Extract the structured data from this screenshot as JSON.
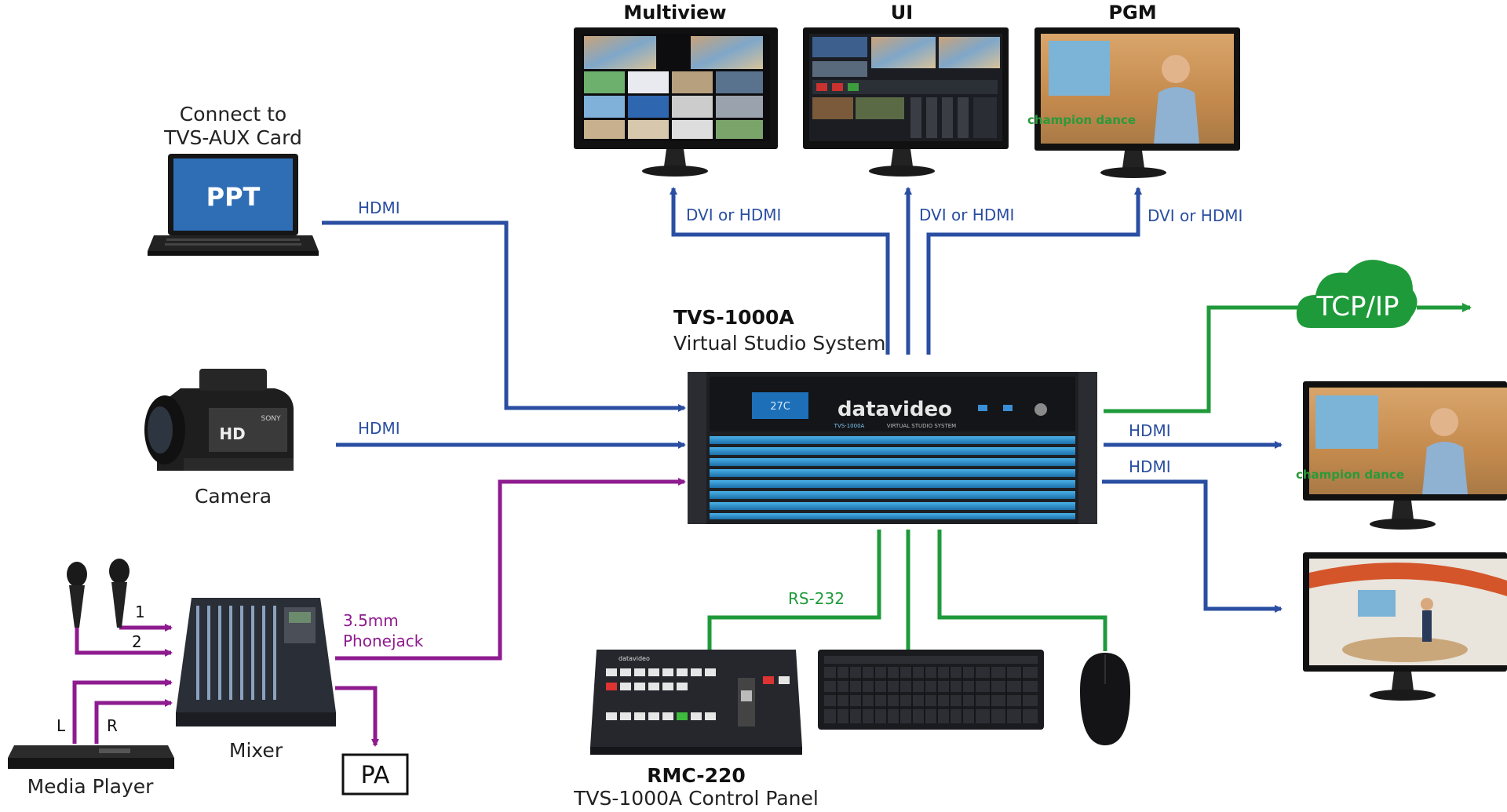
{
  "colors": {
    "hdmi": "#2a4ea2",
    "audio": "#8e1b8f",
    "control": "#1f9a3a",
    "cloud": "#1f9a3a",
    "screen_frame": "#111111",
    "rack_blue": "#2d8fcf",
    "ppt_blue": "#2f6eb5"
  },
  "monitors_top": {
    "multiview": "Multiview",
    "ui": "UI",
    "pgm": "PGM"
  },
  "labels": {
    "connect_to": "Connect to",
    "tvs_aux": "TVS-AUX Card",
    "ppt": "PPT",
    "hdmi": "HDMI",
    "dvi_or_hdmi": "DVI or HDMI",
    "camera": "Camera",
    "tvs_title": "TVS-1000A",
    "tvs_subtitle": "Virtual Studio System",
    "tcp_ip": "TCP/IP",
    "rs232": "RS-232",
    "phonejack_1": "3.5mm",
    "phonejack_2": "Phonejack",
    "mic_1": "1",
    "mic_2": "2",
    "left": "L",
    "right": "R",
    "mixer": "Mixer",
    "media_player": "Media Player",
    "pa": "PA",
    "rmc_title": "RMC-220",
    "rmc_subtitle": "TVS-1000A Control Panel",
    "brand": "datavideo",
    "rack_caption": "VIRTUAL STUDIO SYSTEM",
    "rack_model": "TVS-1000A",
    "lcd_text": "27C",
    "camera_hd": "HD",
    "camera_brand": "SONY",
    "pgm_overlay": "champion dance",
    "rmc_brand": "datavideo"
  },
  "icons": [
    "laptop-icon",
    "camcorder-icon",
    "microphone-icon",
    "audio-mixer-icon",
    "media-player-icon",
    "rack-unit-icon",
    "monitor-icon",
    "cloud-icon",
    "keyboard-icon",
    "mouse-icon",
    "control-panel-icon"
  ]
}
